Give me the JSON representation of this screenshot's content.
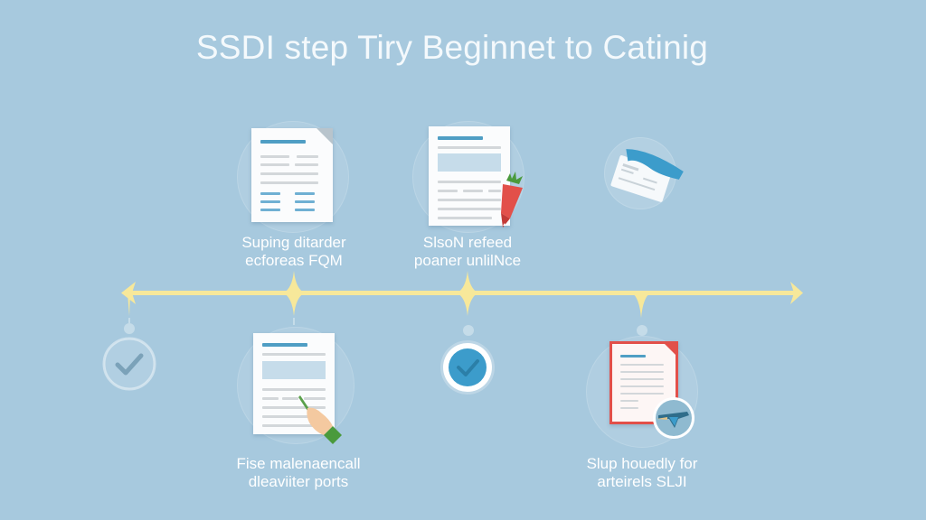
{
  "title": "SSDI step Tiry Beginnet to Catinig",
  "colors": {
    "background": "#a7c9de",
    "timeline": "#f7e89a",
    "accent_blue": "#3c9ccb",
    "accent_red": "#e2504a",
    "accent_green": "#4a9a3c"
  },
  "timeline": {
    "direction": "bidirectional-arrow",
    "nodes_top": [
      325,
      517,
      709
    ],
    "nodes_bottom_x": [
      143,
      325,
      517,
      709
    ]
  },
  "steps_top": [
    {
      "id": "step-1",
      "icon": "document-icon",
      "label_line1": "Suping ditarder",
      "label_line2": "ecforeas FQM"
    },
    {
      "id": "step-2",
      "icon": "document-with-pencil-icon",
      "label_line1": "SlsoN refeed",
      "label_line2": "poaner unlilNce"
    },
    {
      "id": "step-3",
      "icon": "id-card-icon",
      "label_line1": "",
      "label_line2": ""
    }
  ],
  "steps_bottom": [
    {
      "id": "step-0",
      "icon": "check-circle-outline-icon",
      "label_line1": "",
      "label_line2": ""
    },
    {
      "id": "step-4",
      "icon": "signing-document-icon",
      "label_line1": "Fise malenaencall",
      "label_line2": "dleaviiter ports"
    },
    {
      "id": "step-5",
      "icon": "check-circle-filled-icon",
      "label_line1": "",
      "label_line2": ""
    },
    {
      "id": "step-6",
      "icon": "document-with-pen-badge-icon",
      "label_line1": "Slup houedly for",
      "label_line2": "arteirels SLJI"
    }
  ]
}
